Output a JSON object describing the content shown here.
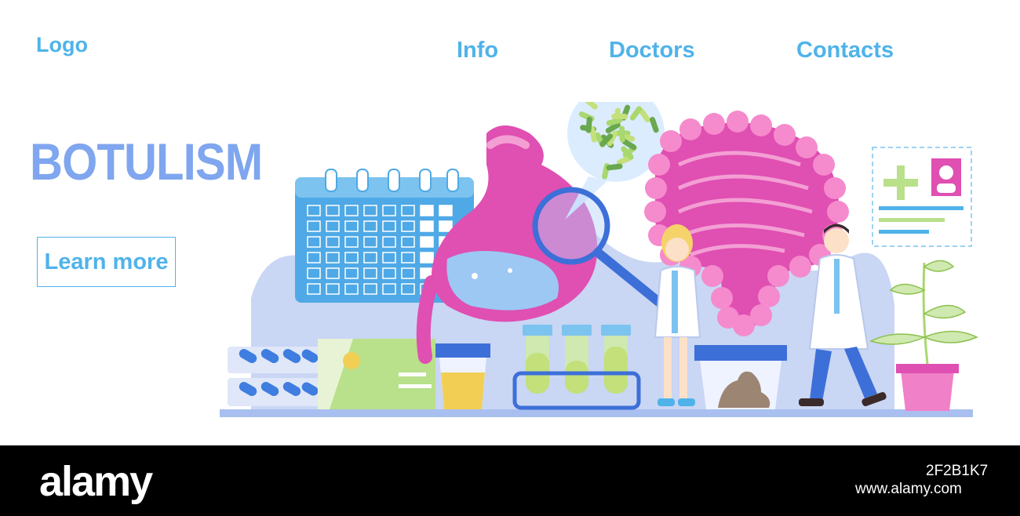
{
  "header": {
    "logo": "Logo",
    "nav": [
      "Info",
      "Doctors",
      "Contacts"
    ]
  },
  "hero": {
    "title": "BOTULISM",
    "cta_label": "Learn more"
  },
  "watermark": {
    "brand": "alamy",
    "image_id": "2F2B1K7",
    "site": "www.alamy.com"
  },
  "colors": {
    "accent": "#4fb3ea",
    "title": "#7fa6ee",
    "organ_pink": "#e04fb2",
    "light_blue": "#c9d6f4",
    "green": "#a8d86e"
  }
}
